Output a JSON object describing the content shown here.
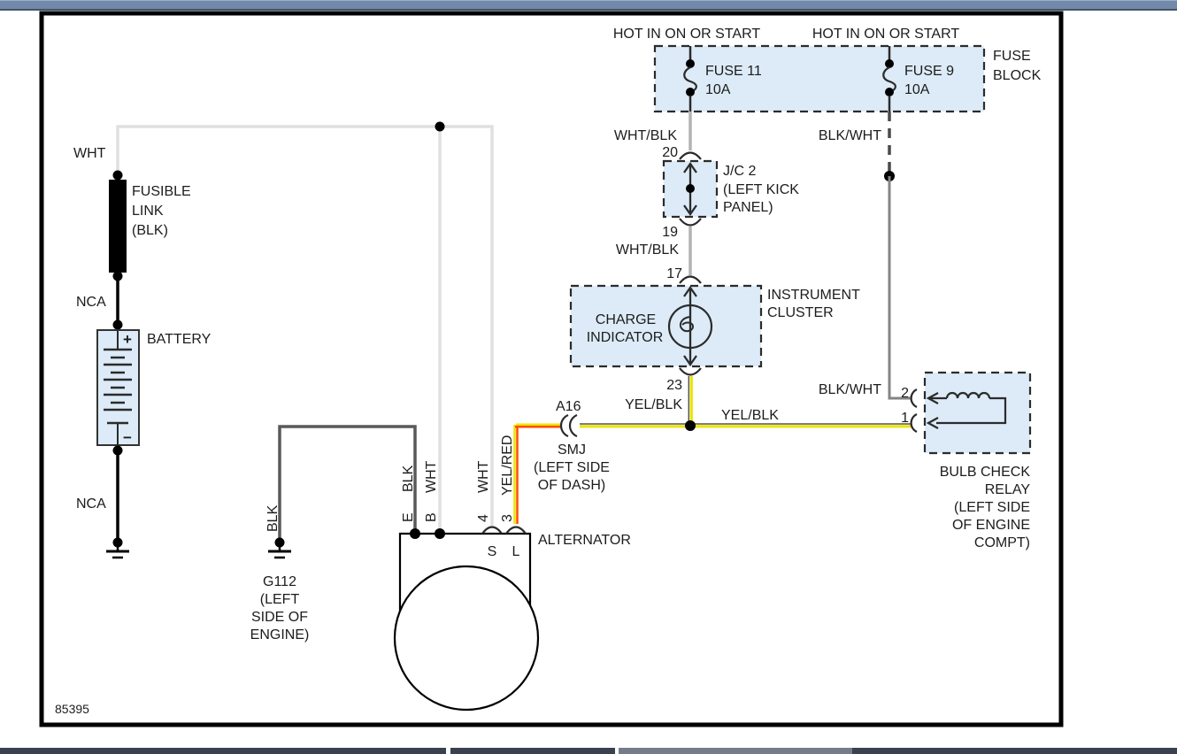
{
  "diagram": {
    "ref_number": "85395",
    "power_labels": {
      "hot_left": "HOT IN ON OR START",
      "hot_right": "HOT IN ON OR START"
    },
    "fuse_block": {
      "title_line1": "FUSE",
      "title_line2": "BLOCK",
      "fuse11_name": "FUSE 11",
      "fuse11_rating": "10A",
      "fuse9_name": "FUSE 9",
      "fuse9_rating": "10A"
    },
    "wires": {
      "wht": "WHT",
      "nca_upper": "NCA",
      "nca_lower": "NCA",
      "wht_blk_upper": "WHT/BLK",
      "wht_blk_lower": "WHT/BLK",
      "blk_wht_upper": "BLK/WHT",
      "blk_wht_lower": "BLK/WHT",
      "yel_blk_vertical": "YEL/BLK",
      "yel_blk_horizontal": "YEL/BLK",
      "yel_red": "YEL/RED",
      "blk_g112": "BLK",
      "blk_e": "BLK",
      "wht_b": "WHT",
      "wht_s": "WHT"
    },
    "fusible_link": {
      "line1": "FUSIBLE",
      "line2": "LINK",
      "line3": "(BLK)"
    },
    "battery": {
      "label": "BATTERY",
      "plus": "+",
      "minus": "−"
    },
    "ground_g112": {
      "line1": "G112",
      "line2": "(LEFT",
      "line3": "SIDE OF",
      "line4": "ENGINE)"
    },
    "alternator": {
      "label": "ALTERNATOR",
      "terminal_s": "S",
      "terminal_l": "L",
      "pin_e": "E",
      "pin_b": "B",
      "pin_4": "4",
      "pin_3": "3"
    },
    "smj": {
      "pin": "A16",
      "name_line1": "SMJ",
      "name_line2": "(LEFT SIDE",
      "name_line3": "OF DASH)"
    },
    "junction_connector": {
      "name_line1": "J/C 2",
      "name_line2": "(LEFT KICK",
      "name_line3": "PANEL)",
      "pin_top": "20",
      "pin_bottom": "19"
    },
    "instrument_cluster": {
      "title_line1": "INSTRUMENT",
      "title_line2": "CLUSTER",
      "indicator_line1": "CHARGE",
      "indicator_line2": "INDICATOR",
      "pin_top": "17",
      "pin_bottom": "23"
    },
    "relay": {
      "pin_top": "2",
      "pin_bottom": "1",
      "name_line1": "BULB CHECK",
      "name_line2": "RELAY",
      "name_line3": "(LEFT SIDE",
      "name_line4": "OF ENGINE",
      "name_line5": "COMPT)"
    }
  },
  "colors": {
    "wire_wht": "#e0e0e0",
    "wire_wht_blk": "#b3b3b3",
    "wire_blk": "#595959",
    "wire_blk_wht_dashed": "#4a4a4a",
    "wire_gray": "#848484",
    "wire_yellow": "#ece400",
    "wire_red": "#ff4d00",
    "component_fill": "#dcebf7",
    "outline": "#2b2b2b",
    "top_bar": "#7289a9",
    "taskbar_dark": "#3a4250",
    "taskbar_light": "#767d89"
  }
}
